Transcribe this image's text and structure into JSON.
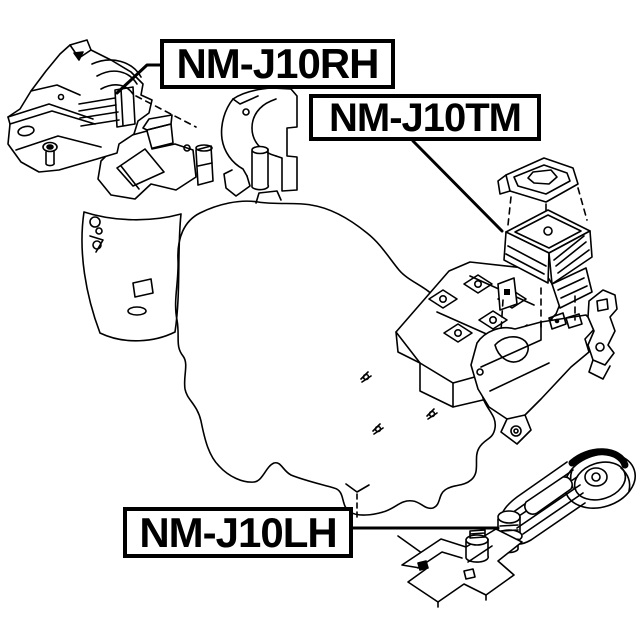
{
  "diagram": {
    "background_color": "#ffffff",
    "line_color": "#000000",
    "labels": {
      "rh": {
        "text": "NM-J10RH"
      },
      "tm": {
        "text": "NM-J10TM"
      },
      "lh": {
        "text": "NM-J10LH"
      }
    },
    "parts": [
      {
        "id": "right-engine-mount",
        "label": "NM-J10RH"
      },
      {
        "id": "transmission-mount",
        "label": "NM-J10TM"
      },
      {
        "id": "left-engine-mount-torque-rod",
        "label": "NM-J10LH"
      }
    ]
  }
}
